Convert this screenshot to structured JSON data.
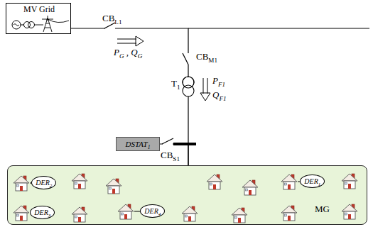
{
  "diagram": {
    "nodes": [
      {
        "text": [
          "MV Grid"
        ]
      },
      {
        "text": [
          "DSTAT1"
        ]
      },
      {
        "text": [
          "MG"
        ]
      },
      {
        "text": [
          "DER2"
        ],
        "in": 2
      },
      {
        "text": [
          "DER1"
        ],
        "in": 2
      },
      {
        "text": [
          "DER3"
        ],
        "in": 2
      },
      {
        "text": [
          "DER4"
        ],
        "in": 2
      }
    ],
    "edges": [
      {
        "from": 0,
        "to": 2,
        "arrow": "none"
      },
      {
        "from": 1,
        "to": 2,
        "arrow": "none"
      }
    ],
    "labels": [
      "CBL1",
      "PG , QG",
      "CBM1",
      "T1",
      "PF1",
      "QF1",
      "CBS1"
    ]
  }
}
